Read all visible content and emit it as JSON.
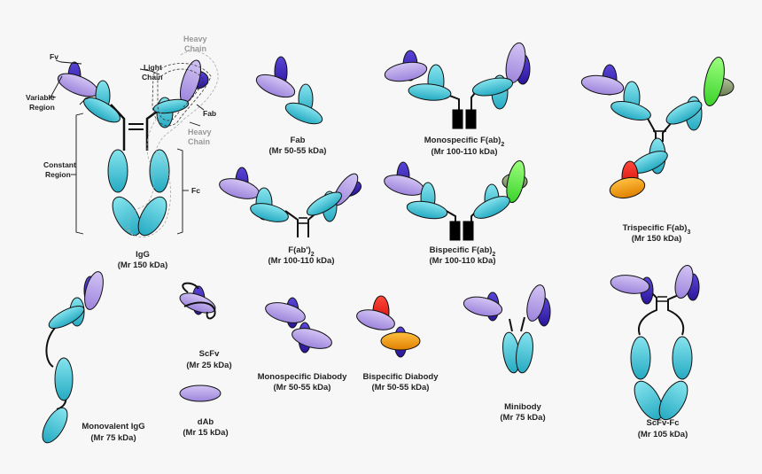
{
  "colors": {
    "lavender": "#b49ce6",
    "dark_blue": "#3a22b5",
    "cyan": "#3cc4d8",
    "red": "#e01010",
    "orange": "#f29a08",
    "green": "#5ae646",
    "olive": "#889a6a",
    "black": "#000000"
  },
  "igg": {
    "name": "IgG",
    "mass": "(Mr 150 kDa)",
    "annotations": {
      "fv": "Fv",
      "variable_1": "Variable",
      "variable_2": "Region",
      "constant_1": "Constant",
      "constant_2": "Region",
      "light_1": "Light",
      "light_2": "Chain",
      "heavy_top_1": "Heavy",
      "heavy_top_2": "Chain",
      "fab": "Fab",
      "heavy_mid_1": "Heavy",
      "heavy_mid_2": "Chain",
      "fc": "Fc"
    }
  },
  "fab": {
    "name": "Fab",
    "mass": "(Mr 50-55 kDa)"
  },
  "mono_fab2": {
    "name_main": "Monospecific F(ab)",
    "name_sub": "2",
    "mass": "(Mr 100-110 kDa)"
  },
  "tri_fab3": {
    "name_main": "Trispecific F(ab)",
    "name_sub": "3",
    "mass": "(Mr 150 kDa)"
  },
  "fab_prime2": {
    "name_main": "F(ab')",
    "name_sub": "2",
    "mass": "(Mr 100-110 kDa)"
  },
  "bi_fab2": {
    "name_main": "Bispecific F(ab)",
    "name_sub": "2",
    "mass": "(Mr 100-110 kDa)"
  },
  "mono_igg": {
    "name": "Monovalent IgG",
    "mass": "(Mr 75 kDa)"
  },
  "scfv": {
    "name": "ScFv",
    "mass": "(Mr 25 kDa)"
  },
  "dab": {
    "name": "dAb",
    "mass": "(Mr 15 kDa)"
  },
  "mono_diabody": {
    "name": "Monospecific Diabody",
    "mass": "(Mr 50-55 kDa)"
  },
  "bi_diabody": {
    "name": "Bispecific Diabody",
    "mass": "(Mr 50-55 kDa)"
  },
  "minibody": {
    "name": "Minibody",
    "mass": "(Mr 75 kDa)"
  },
  "scfv_fc": {
    "name": "ScFv-Fc",
    "mass": "(Mr 105 kDa)"
  }
}
